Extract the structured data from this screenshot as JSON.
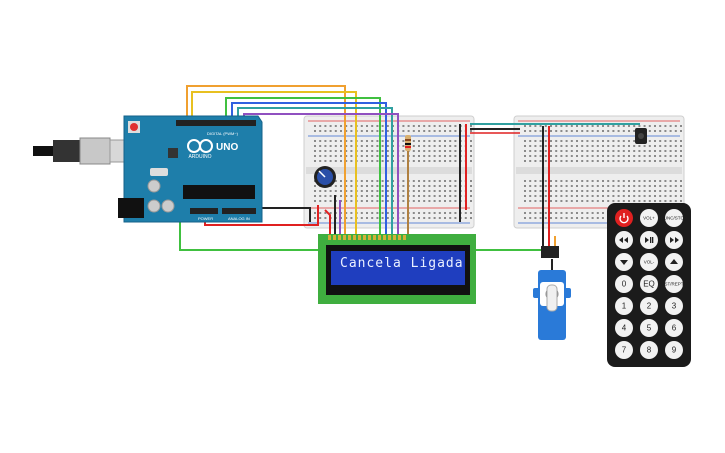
{
  "arduino": {
    "brand": "ARDUINO",
    "model": "UNO",
    "digital_label": "DIGITAL (PWM~)",
    "power_label": "POWER",
    "analog_label": "ANALOG IN"
  },
  "lcd": {
    "text": "Cancela Ligada",
    "bg_color": "#1f3ebf",
    "pcb_color": "#3fae3f"
  },
  "remote": {
    "buttons": [
      {
        "id": "power",
        "label": "",
        "icon": "power-icon"
      },
      {
        "id": "vol-plus",
        "label": "VOL+"
      },
      {
        "id": "func-stop",
        "label": "FUNC/STOP"
      },
      {
        "id": "rewind",
        "label": "",
        "icon": "rewind-icon"
      },
      {
        "id": "play-pause",
        "label": "",
        "icon": "play-pause-icon"
      },
      {
        "id": "fast-forward",
        "label": "",
        "icon": "fast-forward-icon"
      },
      {
        "id": "down",
        "label": "",
        "icon": "down-arrow-icon"
      },
      {
        "id": "vol-minus",
        "label": "VOL-"
      },
      {
        "id": "up",
        "label": "",
        "icon": "up-arrow-icon"
      },
      {
        "id": "0",
        "label": "0"
      },
      {
        "id": "eq",
        "label": "EQ"
      },
      {
        "id": "st-rept",
        "label": "ST/REPT"
      },
      {
        "id": "1",
        "label": "1"
      },
      {
        "id": "2",
        "label": "2"
      },
      {
        "id": "3",
        "label": "3"
      },
      {
        "id": "4",
        "label": "4"
      },
      {
        "id": "5",
        "label": "5"
      },
      {
        "id": "6",
        "label": "6"
      },
      {
        "id": "7",
        "label": "7"
      },
      {
        "id": "8",
        "label": "8"
      },
      {
        "id": "9",
        "label": "9"
      }
    ]
  },
  "colors": {
    "wire_orange": "#f0a030",
    "wire_yellow": "#e8c020",
    "wire_green": "#40c040",
    "wire_blue": "#3060e0",
    "wire_purple": "#9050c0",
    "wire_red": "#e02020",
    "wire_black": "#222222",
    "wire_teal": "#30a0a0",
    "arduino": "#1e7eaa",
    "servo": "#2a7ad8"
  }
}
